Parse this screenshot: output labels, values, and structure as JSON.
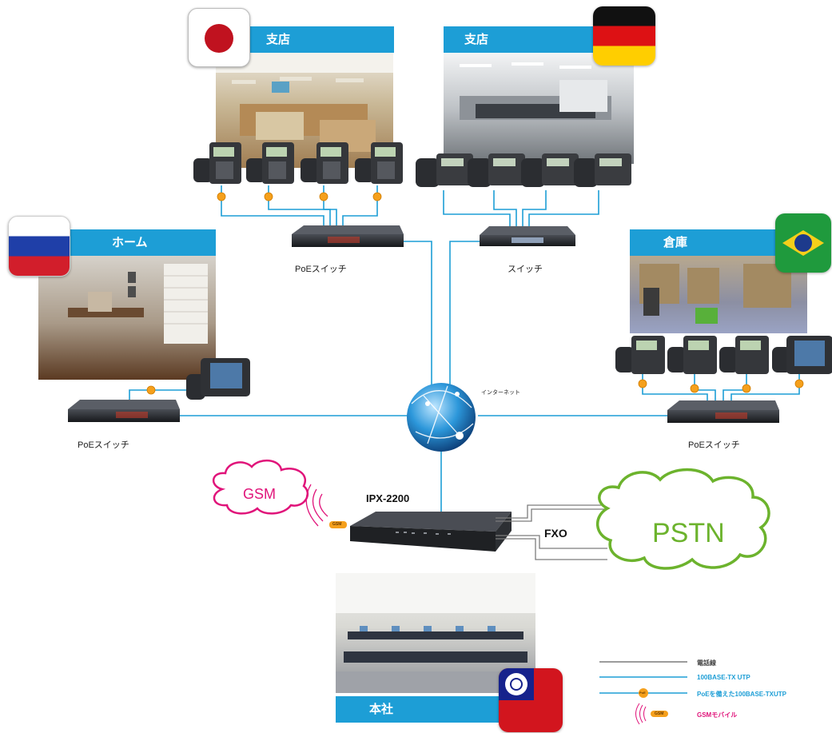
{
  "colors": {
    "accent": "#1d9ed6",
    "line_phone": "#9a9a9a",
    "line_utp": "#1d9ed6",
    "poe_dot": "#f5a01c",
    "gsm": "#e0147a",
    "pstn": "#6cb32d"
  },
  "sites": {
    "japan": {
      "label": "支店",
      "flag": "japan"
    },
    "germany": {
      "label": "支店",
      "flag": "germany"
    },
    "russia": {
      "label": "ホーム",
      "flag": "russia"
    },
    "brazil": {
      "label": "倉庫",
      "flag": "brazil"
    },
    "taiwan": {
      "label": "本社",
      "flag": "taiwan"
    }
  },
  "devices": {
    "poe_switch_top": "PoEスイッチ",
    "switch_top": "スイッチ",
    "poe_switch_left": "PoEスイッチ",
    "poe_switch_right": "PoEスイッチ",
    "internet": "インターネット",
    "pbx": "IPX-2200",
    "fxo": "FXO"
  },
  "clouds": {
    "gsm": "GSM",
    "pstn": "PSTN",
    "gsm_badge": "GSM"
  },
  "legend": {
    "phone_line": "電話線",
    "utp": "100BASE-TX UTP",
    "poe": "PoEを備えた100BASE-TXUTP",
    "poe_badge": "PoE",
    "gsm": "GSMモバイル",
    "gsm_badge": "GSM"
  }
}
